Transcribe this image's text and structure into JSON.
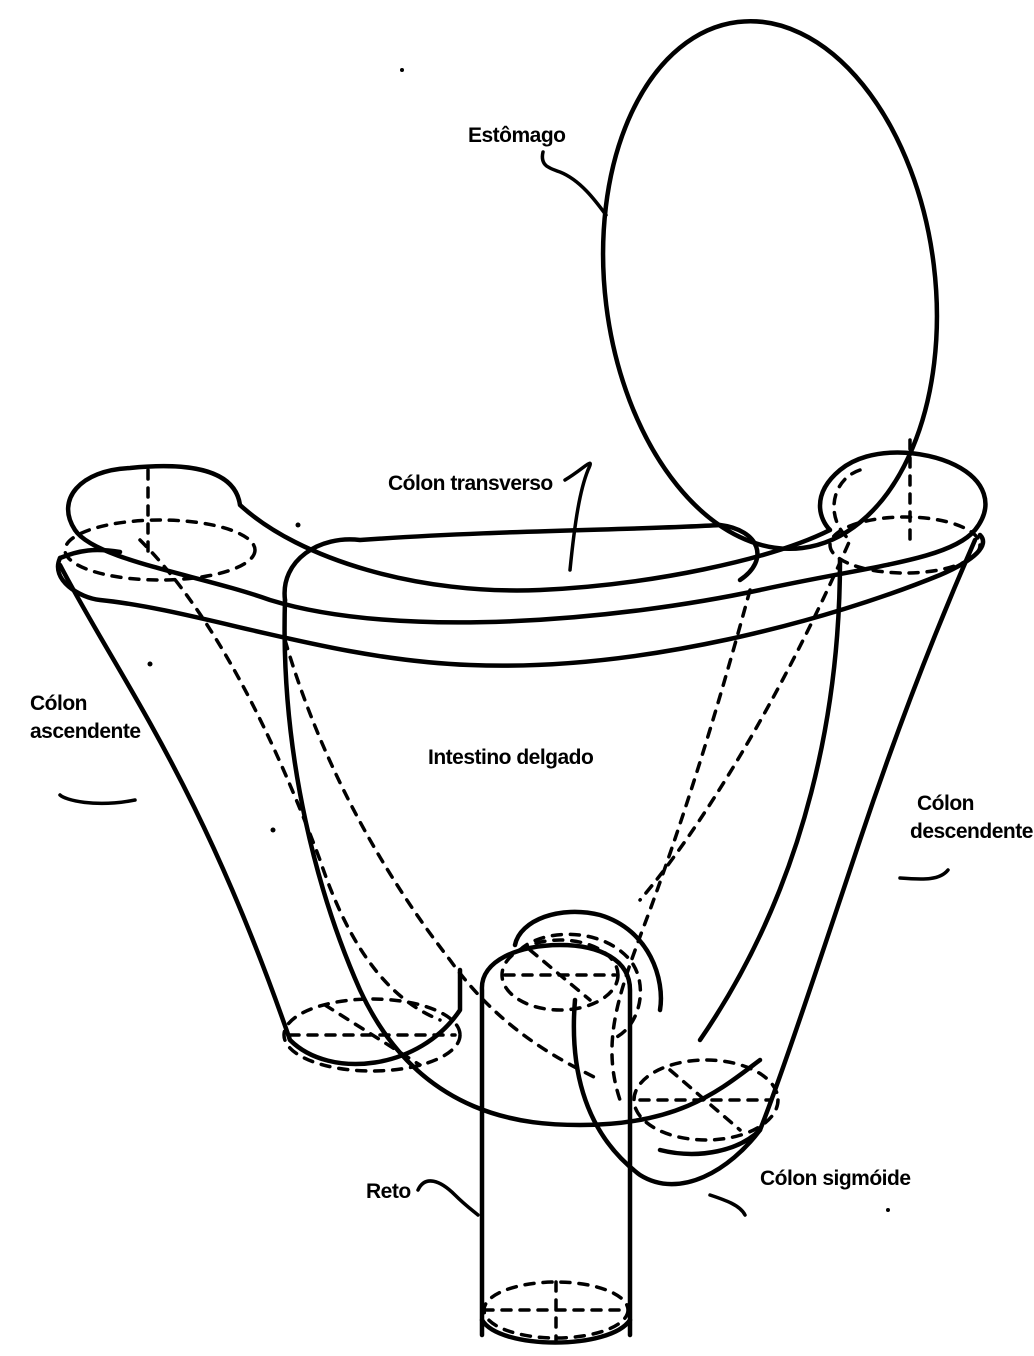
{
  "labels": {
    "estomago": "Estômago",
    "colon_transverso": "Cólon transverso",
    "colon_ascendente_1": "Cólon",
    "colon_ascendente_2": "ascendente",
    "intestino_delgado": "Intestino delgado",
    "colon_descendente_1": "Cólon",
    "colon_descendente_2": "descendente",
    "reto": "Reto",
    "colon_sigmoide": "Cólon sigmóide"
  }
}
